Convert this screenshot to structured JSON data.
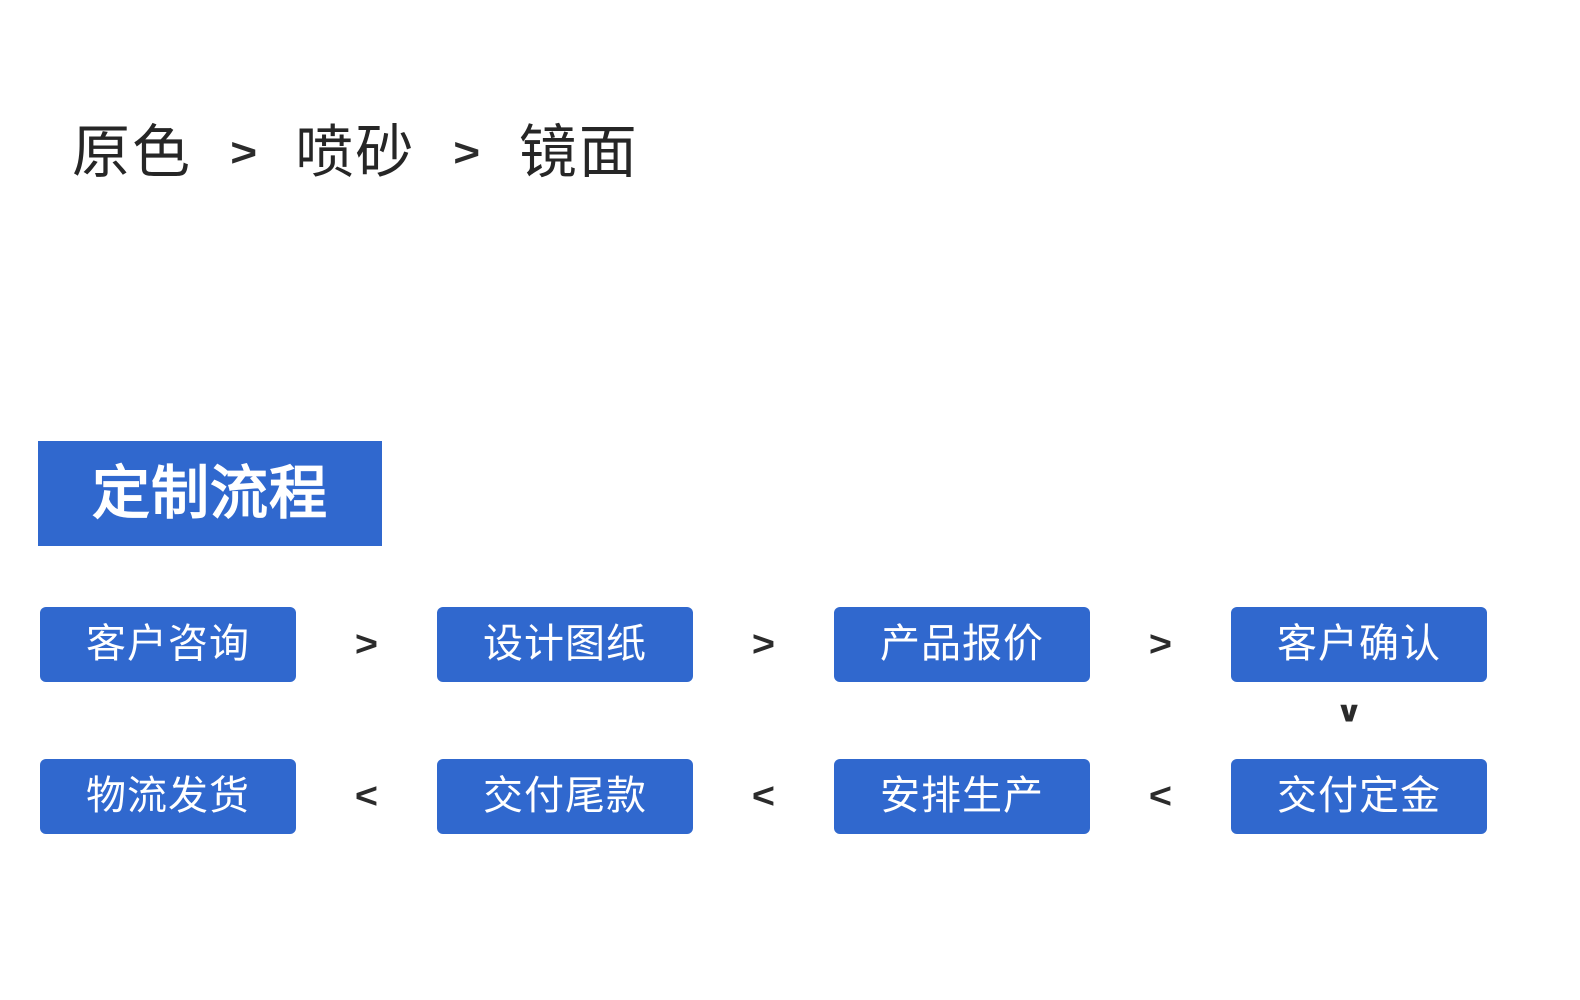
{
  "finish_options": {
    "items": [
      {
        "label": "原色"
      },
      {
        "label": "喷砂"
      },
      {
        "label": "镜面"
      }
    ],
    "separator": ">"
  },
  "section": {
    "badge_label": "定制流程",
    "badge_bg_color": "#3068ce",
    "badge_text_color": "#ffffff"
  },
  "flow": {
    "box_bg_color": "#3068ce",
    "box_text_color": "#ffffff",
    "arrow_right": ">",
    "arrow_left": "<",
    "arrow_down": "∨",
    "row_one": [
      {
        "label": "客户咨询"
      },
      {
        "label": "设计图纸"
      },
      {
        "label": "产品报价"
      },
      {
        "label": "客户确认"
      }
    ],
    "row_two": [
      {
        "label": "物流发货"
      },
      {
        "label": "交付尾款"
      },
      {
        "label": "安排生产"
      },
      {
        "label": "交付定金"
      }
    ]
  }
}
